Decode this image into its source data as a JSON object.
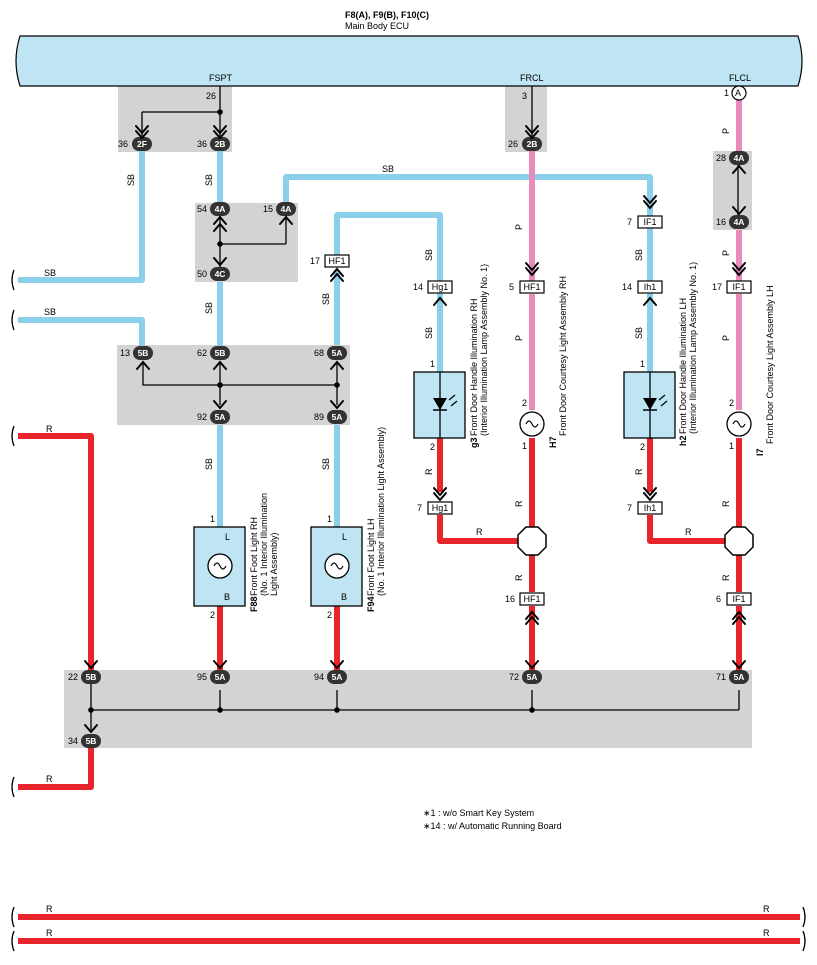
{
  "ecu": {
    "connectors_label": "F8(A), F9(B), F10(C)",
    "name": "Main Body ECU",
    "terminals": {
      "fspt": "FSPT",
      "frcl": "FRCL",
      "flcl": "FLCL"
    },
    "pins": {
      "fspt": "26",
      "frcl": "3",
      "flcl": "1"
    },
    "flcl_conn": "A"
  },
  "colors": {
    "sb": "#8ccfea",
    "p": "#e98cbd",
    "r": "#e8252b",
    "junction": "#d3d3d3",
    "ecu": "#bfe4f3"
  },
  "wire_labels": {
    "sb": "SB",
    "p": "P",
    "r": "R"
  },
  "connectors": {
    "c2F": {
      "pin": "36",
      "code": "2F"
    },
    "c2B_fspt": {
      "pin": "36",
      "code": "2B"
    },
    "c2B_frcl": {
      "pin": "26",
      "code": "2B"
    },
    "c4A_54": {
      "pin": "54",
      "code": "4A"
    },
    "c4A_15": {
      "pin": "15",
      "code": "4A"
    },
    "c4C": {
      "pin": "50",
      "code": "4C"
    },
    "c4A_28": {
      "pin": "28",
      "code": "4A"
    },
    "c4A_16": {
      "pin": "16",
      "code": "4A"
    },
    "c5B_13": {
      "pin": "13",
      "code": "5B"
    },
    "c5B_62": {
      "pin": "62",
      "code": "5B"
    },
    "c5A_68": {
      "pin": "68",
      "code": "5A"
    },
    "c5A_92": {
      "pin": "92",
      "code": "5A"
    },
    "c5A_89": {
      "pin": "89",
      "code": "5A"
    },
    "c5B_22": {
      "pin": "22",
      "code": "5B"
    },
    "c5A_95": {
      "pin": "95",
      "code": "5A"
    },
    "c5A_94": {
      "pin": "94",
      "code": "5A"
    },
    "c5A_72": {
      "pin": "72",
      "code": "5A"
    },
    "c5A_71": {
      "pin": "71",
      "code": "5A"
    },
    "c5B_34": {
      "pin": "34",
      "code": "5B"
    },
    "hf1_top": {
      "pin": "17",
      "code": "HF1"
    },
    "hg1_top": {
      "pin": "14",
      "code": "Hg1"
    },
    "hf1_p": {
      "pin": "5",
      "code": "HF1"
    },
    "if1_top": {
      "pin": "7",
      "code": "IF1"
    },
    "ih1_top": {
      "pin": "14",
      "code": "Ih1"
    },
    "if1_p": {
      "pin": "17",
      "code": "IF1"
    },
    "hg1_bot": {
      "pin": "7",
      "code": "Hg1"
    },
    "ih1_bot": {
      "pin": "7",
      "code": "Ih1"
    },
    "hf1_r": {
      "pin": "16",
      "code": "HF1"
    },
    "if1_r": {
      "pin": "6",
      "code": "IF1"
    }
  },
  "components": {
    "f88": {
      "id": "F88",
      "name_lines": [
        "Front Foot Light RH",
        "(No. 1 Interior Illumination",
        "Light Assembly)"
      ],
      "pin_top": "1",
      "pin_bot": "2",
      "term_top": "L",
      "term_bot": "B"
    },
    "f94": {
      "id": "F94",
      "name_lines": [
        "Front Foot Light LH",
        "(No. 1 Interior Illumination Light Assembly)"
      ],
      "pin_top": "1",
      "pin_bot": "2",
      "term_top": "L",
      "term_bot": "B"
    },
    "g3": {
      "id": "g3",
      "name_lines": [
        "Front Door Handle Illumination RH",
        "(Interior Illumination Lamp Assembly No. 1)"
      ],
      "pin_top": "1",
      "pin_bot": "2"
    },
    "h7": {
      "id": "H7",
      "name_lines": [
        "Front Door Courtesy Light Assembly RH"
      ],
      "pin_top": "2",
      "pin_bot": "1"
    },
    "h2": {
      "id": "h2",
      "name_lines": [
        "Front Door Handle Illumination LH",
        "(Interior Illumination Lamp Assembly No. 1)"
      ],
      "pin_top": "1",
      "pin_bot": "2"
    },
    "i7": {
      "id": "I7",
      "name_lines": [
        "Front Door Courtesy Light Assembly LH"
      ],
      "pin_top": "2",
      "pin_bot": "1"
    }
  },
  "notes": [
    "∗1 : w/o Smart Key System",
    "∗14 : w/ Automatic Running Board"
  ]
}
